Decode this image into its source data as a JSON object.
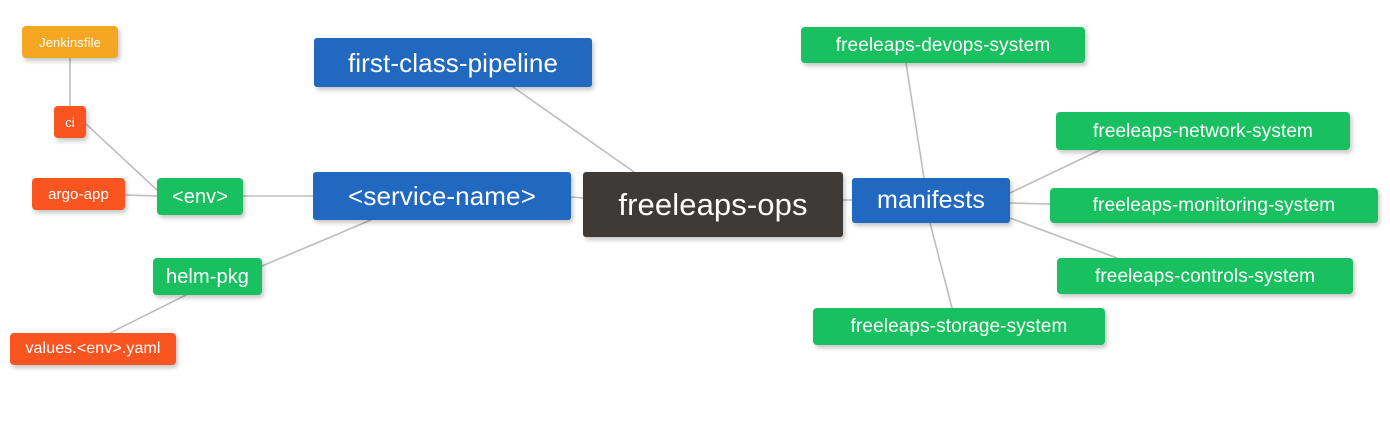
{
  "diagram": {
    "title": "freeleaps-ops",
    "type": "mindmap",
    "background": "#ffffff",
    "edge_color": "#bdbdbd",
    "palette": {
      "root": "#3d3a37",
      "blue": "#2068c0",
      "green": "#18c060",
      "red": "#fa5420",
      "orange": "#f5a623",
      "text": "#ffffff"
    }
  },
  "nodes": {
    "root": {
      "label": "freeleaps-ops",
      "color": "#3d3a37"
    },
    "first_class_pipeline": {
      "label": "first-class-pipeline",
      "color": "#2068c0"
    },
    "service_name": {
      "label": "<service-name>",
      "color": "#2068c0"
    },
    "manifests": {
      "label": "manifests",
      "color": "#2068c0"
    },
    "env": {
      "label": "<env>",
      "color": "#18c060"
    },
    "helm_pkg": {
      "label": "helm-pkg",
      "color": "#18c060"
    },
    "jenkinsfile": {
      "label": "Jenkinsfile",
      "color": "#f5a623"
    },
    "ci": {
      "label": "ci",
      "color": "#fa5420"
    },
    "argo_app": {
      "label": "argo-app",
      "color": "#fa5420"
    },
    "values_yaml": {
      "label": "values.<env>.yaml",
      "color": "#fa5420"
    },
    "devops_system": {
      "label": "freeleaps-devops-system",
      "color": "#18c060"
    },
    "network_system": {
      "label": "freeleaps-network-system",
      "color": "#18c060"
    },
    "monitoring_system": {
      "label": "freeleaps-monitoring-system",
      "color": "#18c060"
    },
    "controls_system": {
      "label": "freeleaps-controls-system",
      "color": "#18c060"
    },
    "storage_system": {
      "label": "freeleaps-storage-system",
      "color": "#18c060"
    }
  },
  "edges": [
    {
      "from": "root",
      "to": "first_class_pipeline"
    },
    {
      "from": "root",
      "to": "service_name"
    },
    {
      "from": "root",
      "to": "manifests"
    },
    {
      "from": "service_name",
      "to": "env"
    },
    {
      "from": "service_name",
      "to": "helm_pkg"
    },
    {
      "from": "env",
      "to": "ci"
    },
    {
      "from": "env",
      "to": "argo_app"
    },
    {
      "from": "ci",
      "to": "jenkinsfile"
    },
    {
      "from": "helm_pkg",
      "to": "values_yaml"
    },
    {
      "from": "manifests",
      "to": "devops_system"
    },
    {
      "from": "manifests",
      "to": "network_system"
    },
    {
      "from": "manifests",
      "to": "monitoring_system"
    },
    {
      "from": "manifests",
      "to": "controls_system"
    },
    {
      "from": "manifests",
      "to": "storage_system"
    }
  ]
}
